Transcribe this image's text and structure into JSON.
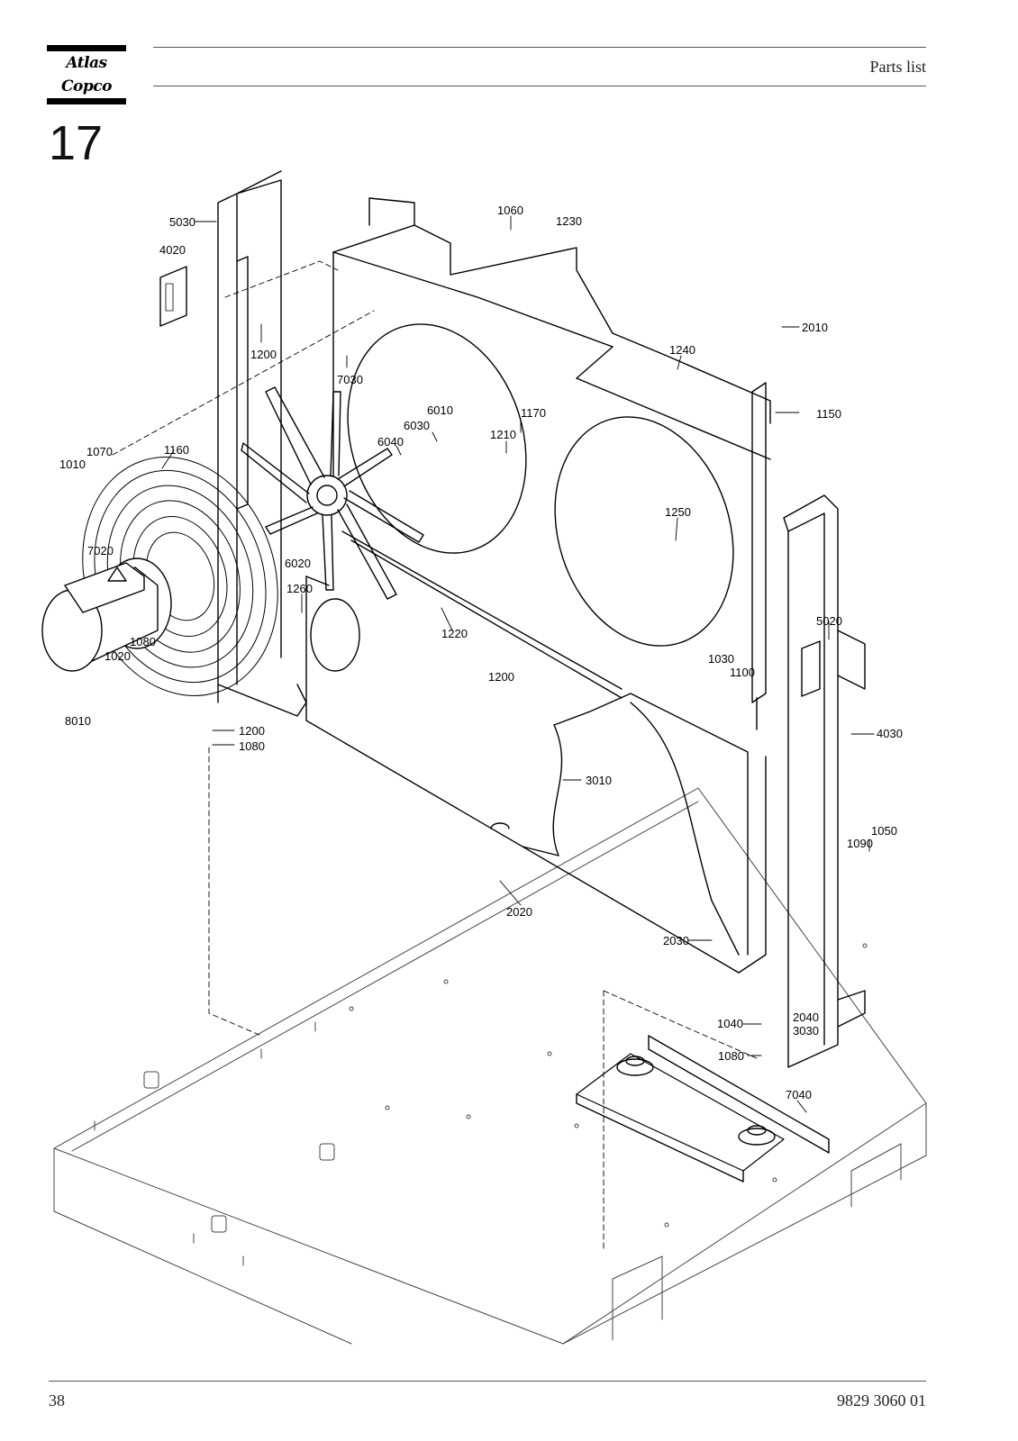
{
  "header": {
    "logo_text": "Atlas Copco",
    "title": "Parts list"
  },
  "section": {
    "number": "17"
  },
  "diagram": {
    "callouts": [
      {
        "id": "c5030",
        "text": "5030"
      },
      {
        "id": "c4020",
        "text": "4020"
      },
      {
        "id": "c1200a",
        "text": "1200"
      },
      {
        "id": "c7030",
        "text": "7030"
      },
      {
        "id": "c1060",
        "text": "1060"
      },
      {
        "id": "c1230",
        "text": "1230"
      },
      {
        "id": "c2010",
        "text": "2010"
      },
      {
        "id": "c1240",
        "text": "1240"
      },
      {
        "id": "c1150",
        "text": "1150"
      },
      {
        "id": "c6010",
        "text": "6010"
      },
      {
        "id": "c6030",
        "text": "6030"
      },
      {
        "id": "c6040",
        "text": "6040"
      },
      {
        "id": "c1170",
        "text": "1170"
      },
      {
        "id": "c1210",
        "text": "1210"
      },
      {
        "id": "c1070",
        "text": "1070"
      },
      {
        "id": "c1160",
        "text": "1160"
      },
      {
        "id": "c1010",
        "text": "1010"
      },
      {
        "id": "c1250",
        "text": "1250"
      },
      {
        "id": "c7020",
        "text": "7020"
      },
      {
        "id": "c6020",
        "text": "6020"
      },
      {
        "id": "c1260",
        "text": "1260"
      },
      {
        "id": "c1080a",
        "text": "1080"
      },
      {
        "id": "c1020",
        "text": "1020"
      },
      {
        "id": "c1220",
        "text": "1220"
      },
      {
        "id": "c5020",
        "text": "5020"
      },
      {
        "id": "c1200b",
        "text": "1200"
      },
      {
        "id": "c1030",
        "text": "1030"
      },
      {
        "id": "c1100",
        "text": "1100"
      },
      {
        "id": "c8010",
        "text": "8010"
      },
      {
        "id": "c1200c",
        "text": "1200"
      },
      {
        "id": "c1080b",
        "text": "1080"
      },
      {
        "id": "c4030",
        "text": "4030"
      },
      {
        "id": "c3010",
        "text": "3010"
      },
      {
        "id": "c1050",
        "text": "1050"
      },
      {
        "id": "c1090",
        "text": "1090"
      },
      {
        "id": "c2020",
        "text": "2020"
      },
      {
        "id": "c2030",
        "text": "2030"
      },
      {
        "id": "c1040",
        "text": "1040"
      },
      {
        "id": "c2040",
        "text": "2040"
      },
      {
        "id": "c3030",
        "text": "3030"
      },
      {
        "id": "c1080c",
        "text": "1080"
      },
      {
        "id": "c7040",
        "text": "7040"
      }
    ]
  },
  "footer": {
    "page_number": "38",
    "doc_number": "9829 3060 01"
  }
}
